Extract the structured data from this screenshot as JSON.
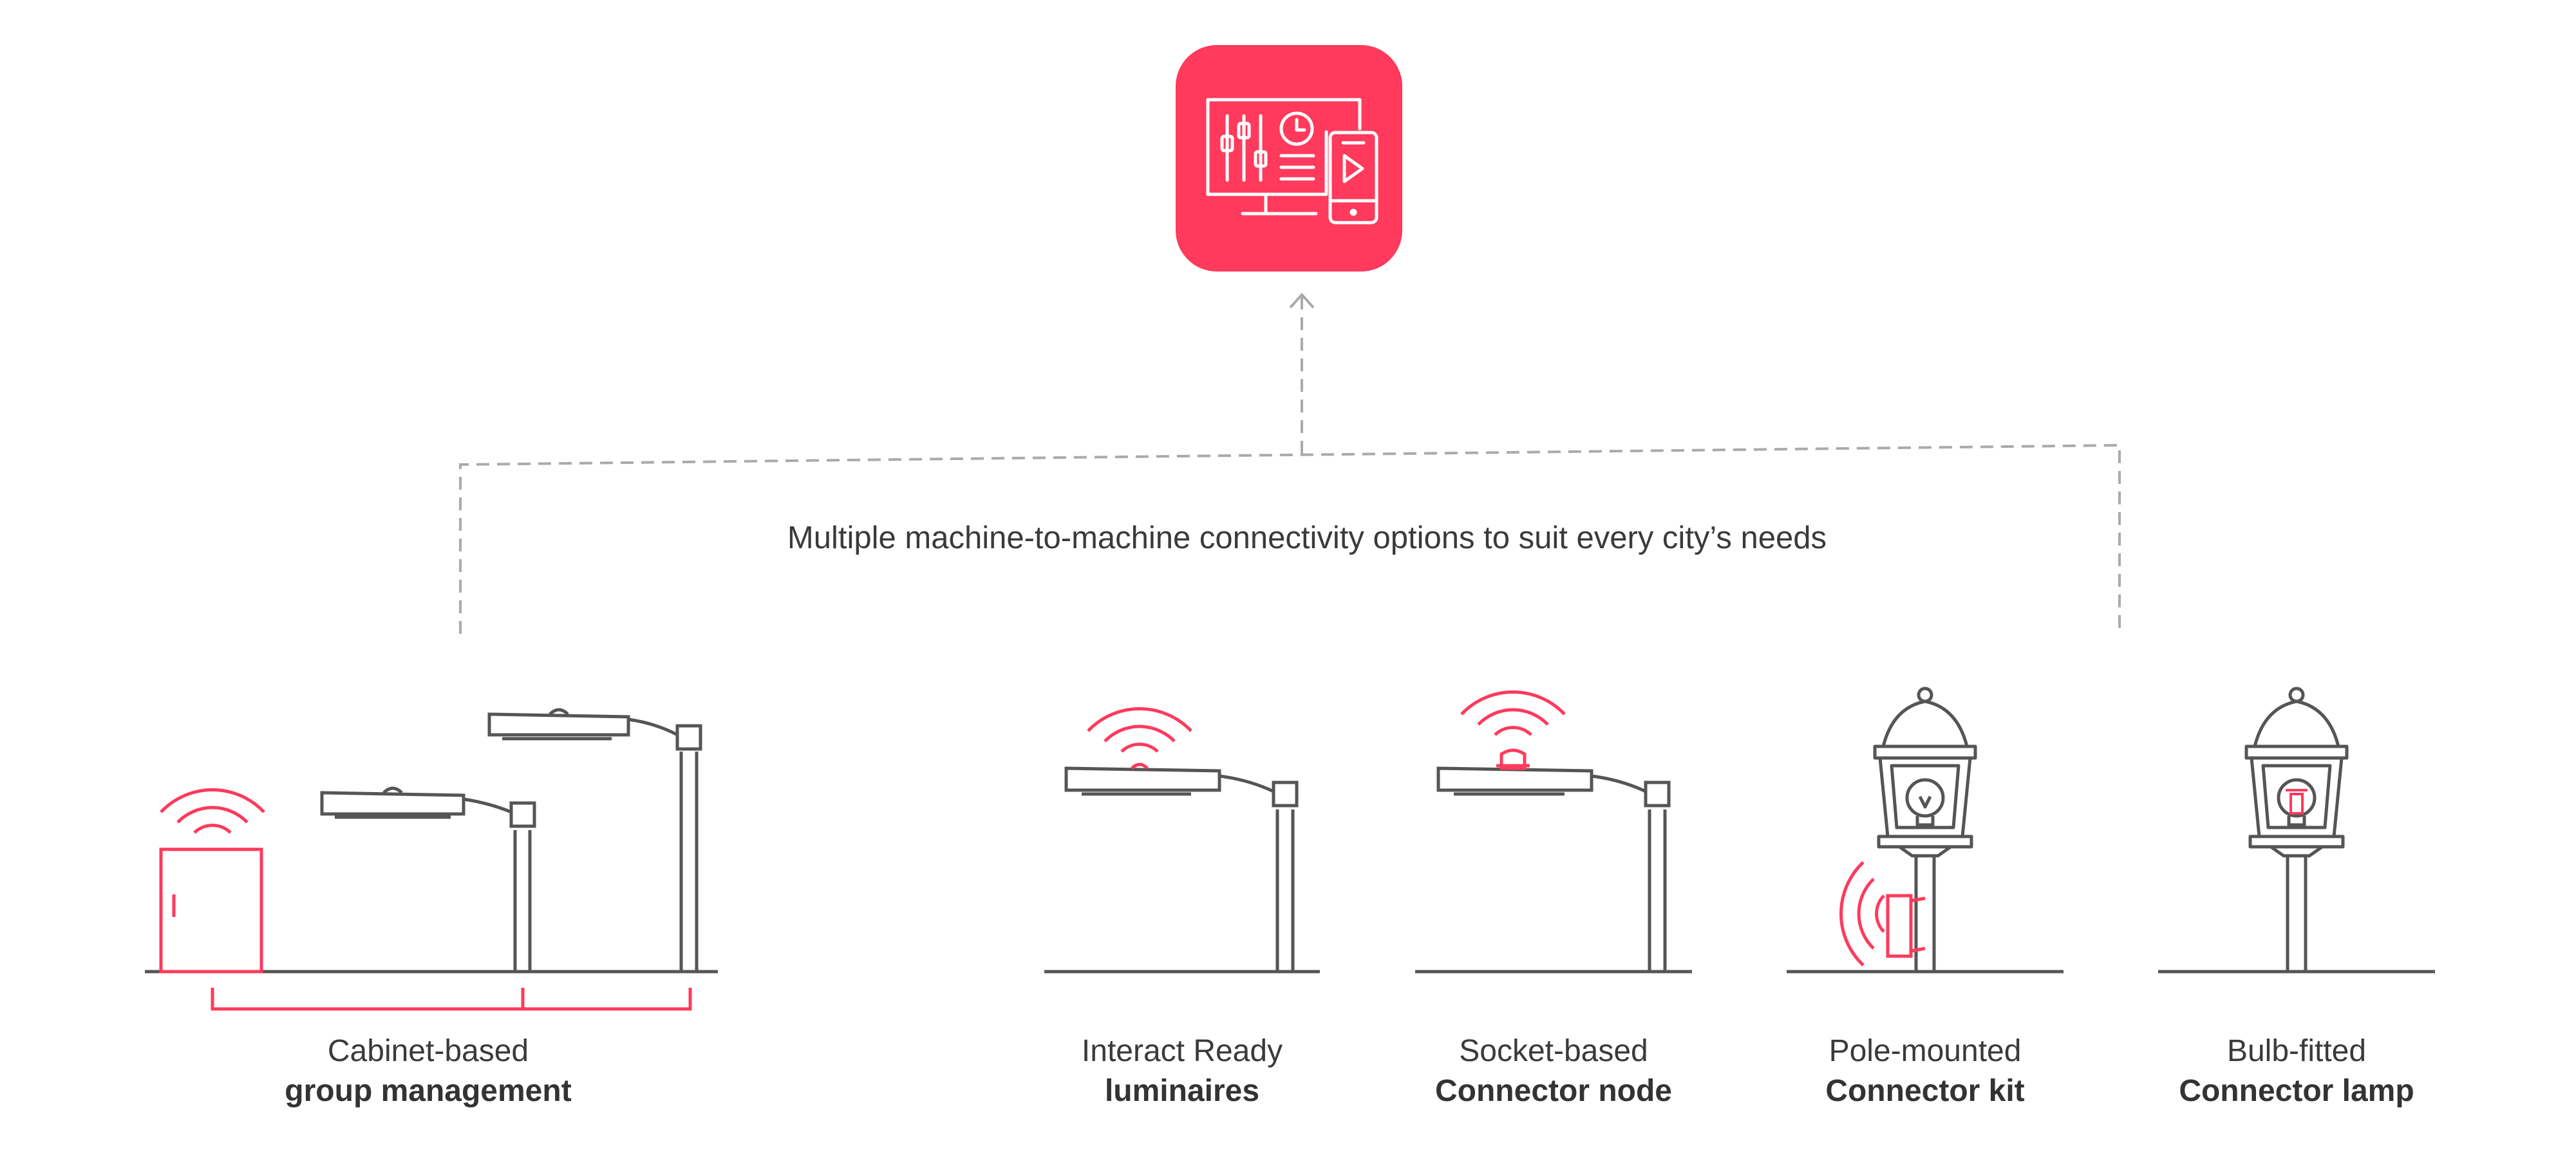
{
  "colors": {
    "accent": "#FF3A5C",
    "line": "#555555",
    "dash": "#aaaaaa",
    "text": "#3a3a3a"
  },
  "caption": "Multiple machine-to-machine connectivity options to suit every city’s needs",
  "hub_icon": "monitor-and-phone-control-icon",
  "options": [
    {
      "line1": "Cabinet-based",
      "line2": "group management",
      "icon": "cabinet-streetlights-icon"
    },
    {
      "line1": "Interact Ready",
      "line2": "luminaires",
      "icon": "wifi-streetlight-icon"
    },
    {
      "line1": "Socket-based",
      "line2": "Connector node",
      "icon": "socket-node-streetlight-icon"
    },
    {
      "line1": "Pole-mounted",
      "line2": "Connector kit",
      "icon": "pole-mounted-lantern-icon"
    },
    {
      "line1": "Bulb-fitted",
      "line2": "Connector lamp",
      "icon": "bulb-lantern-icon"
    }
  ]
}
